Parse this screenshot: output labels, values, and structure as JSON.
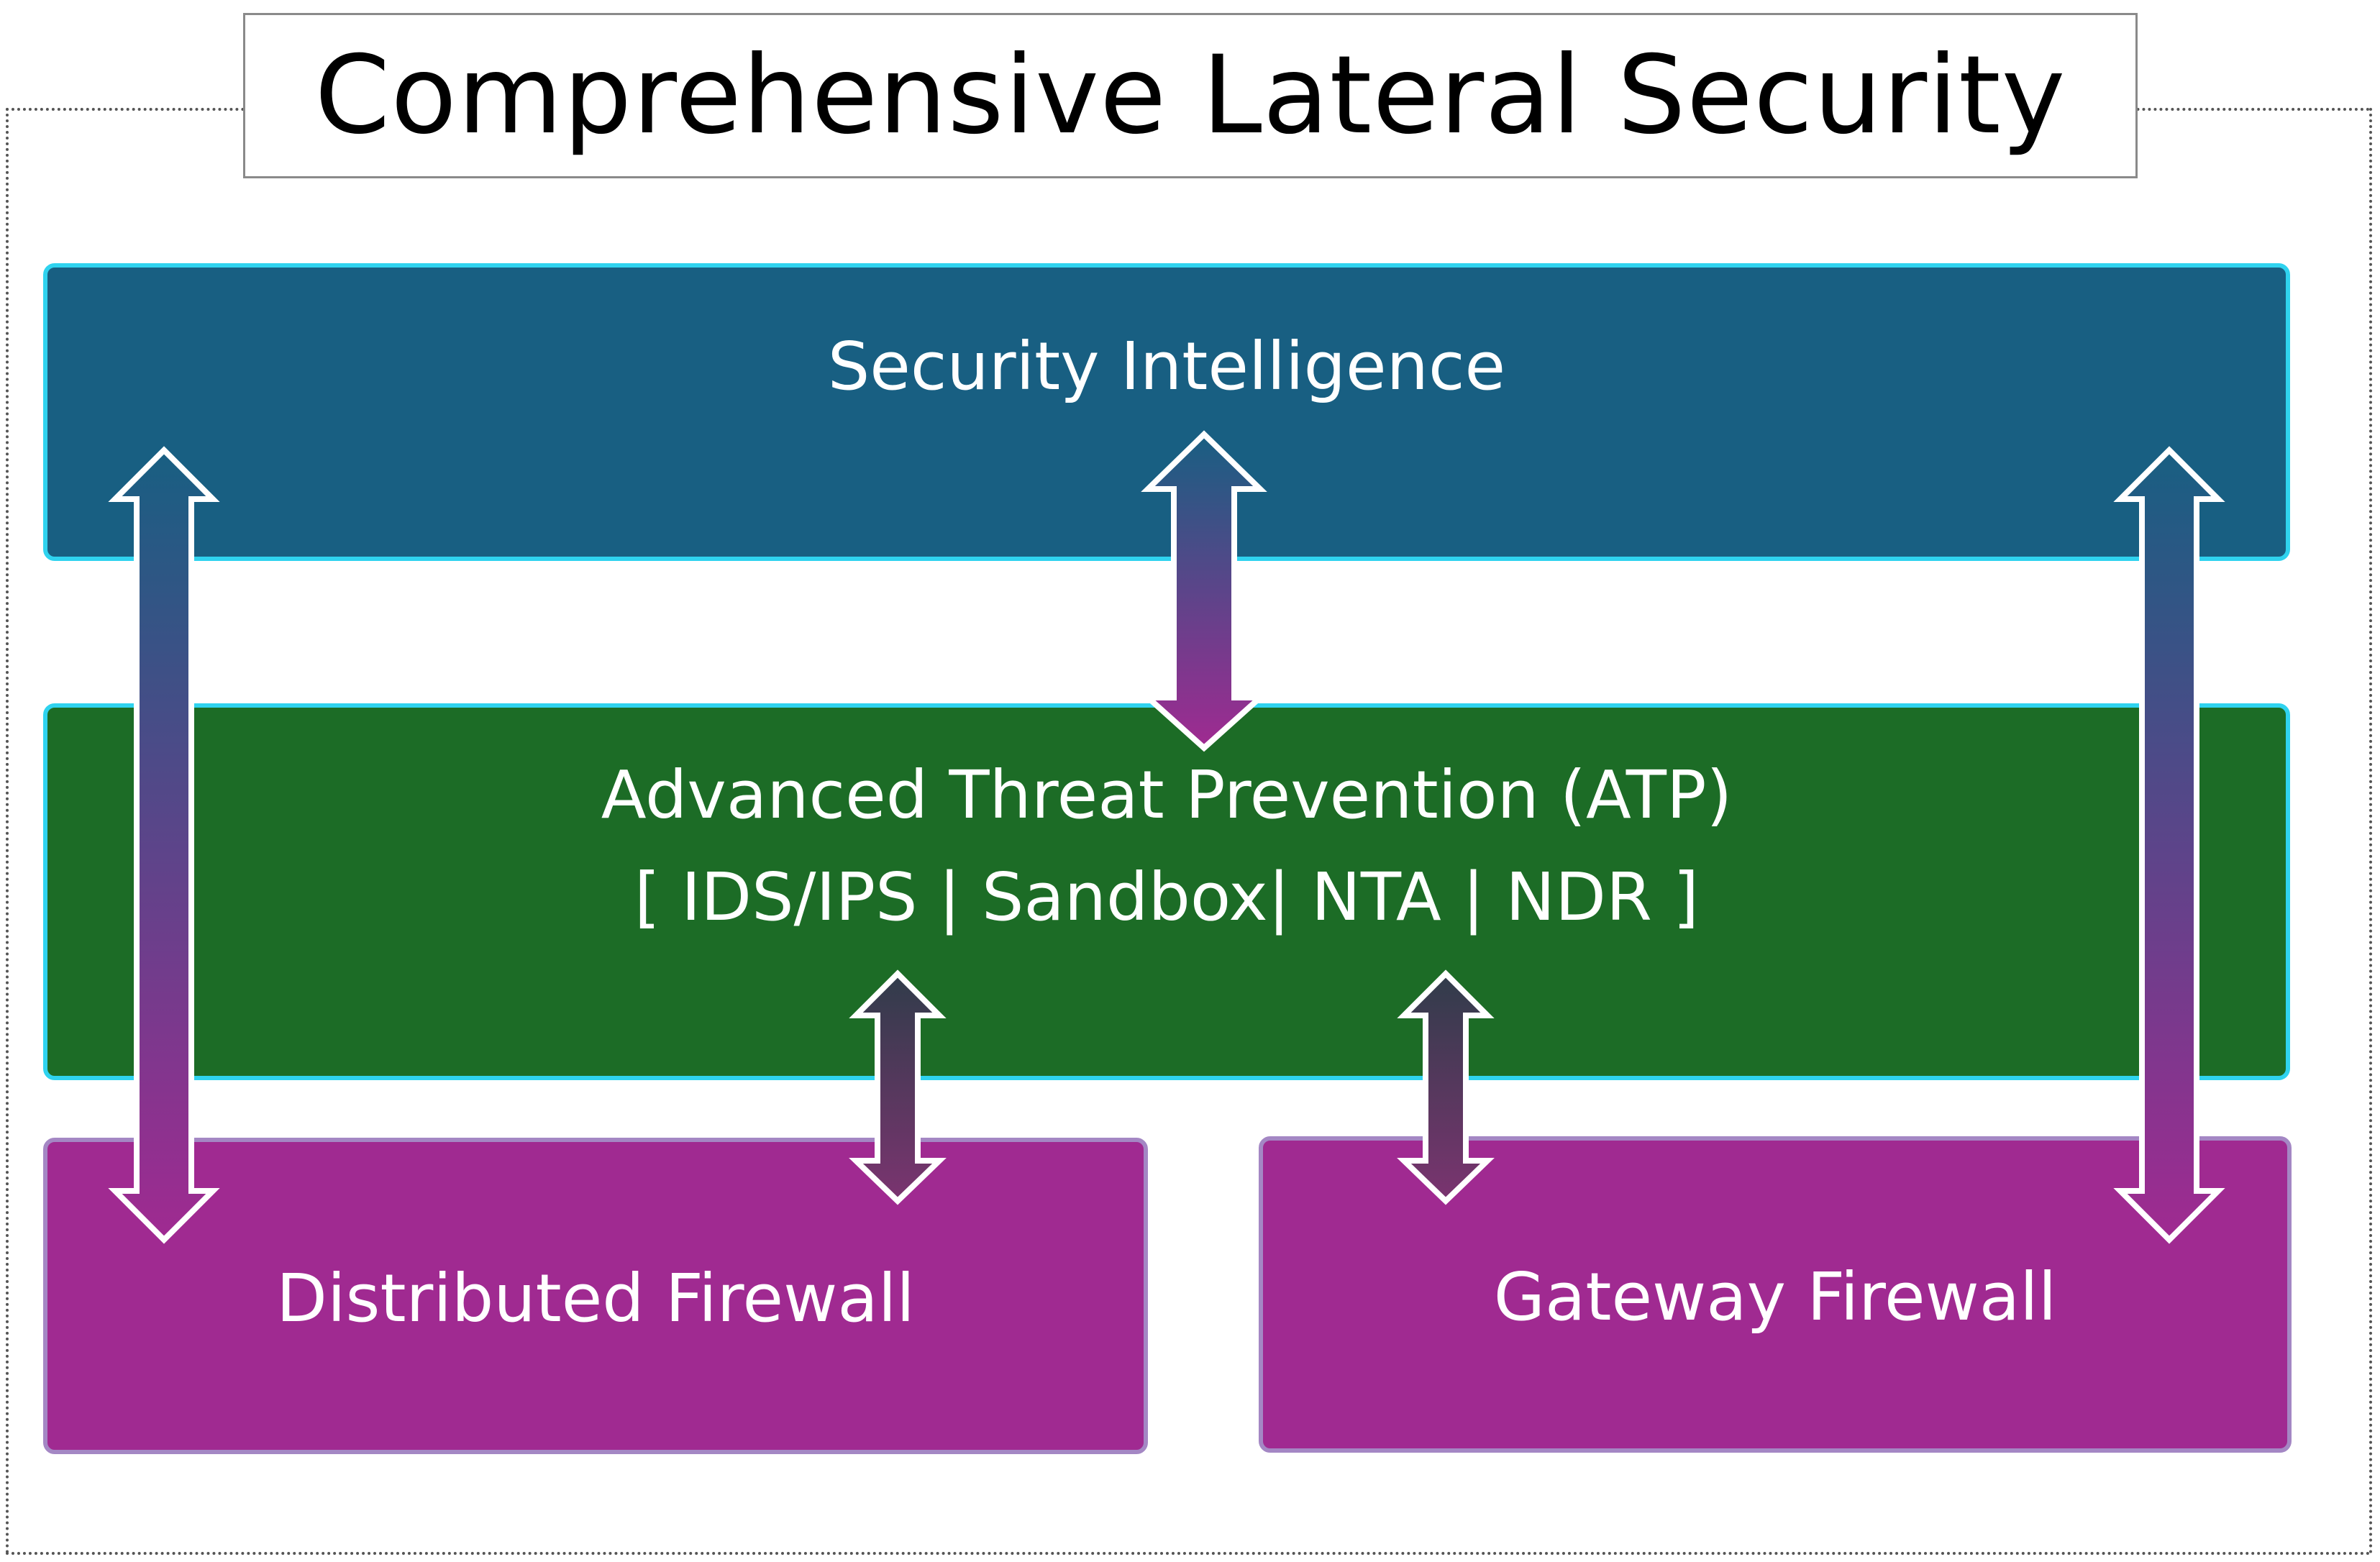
{
  "title": "Comprehensive Lateral Security",
  "layers": {
    "security_intelligence": {
      "label": "Security Intelligence",
      "color": "#185f82"
    },
    "atp": {
      "label_line1": "Advanced Threat Prevention (ATP)",
      "label_line2": "[ IDS/IPS | Sandbox| NTA | NDR ]",
      "color": "#1c6c26"
    },
    "distributed_firewall": {
      "label": "Distributed Firewall",
      "color": "#a02a91"
    },
    "gateway_firewall": {
      "label": "Gateway Firewall",
      "color": "#a02a91"
    }
  },
  "arrow_colors": {
    "long_top": "#185f82",
    "long_bottom": "#a02a91",
    "short_top": "#303c4a",
    "short_bottom": "#7b3470"
  },
  "connections": [
    {
      "from": "security_intelligence",
      "to": "distributed_firewall",
      "direction": "bidirectional"
    },
    {
      "from": "security_intelligence",
      "to": "atp",
      "direction": "bidirectional"
    },
    {
      "from": "security_intelligence",
      "to": "gateway_firewall",
      "direction": "bidirectional"
    },
    {
      "from": "atp",
      "to": "distributed_firewall",
      "direction": "bidirectional"
    },
    {
      "from": "atp",
      "to": "gateway_firewall",
      "direction": "bidirectional"
    }
  ]
}
